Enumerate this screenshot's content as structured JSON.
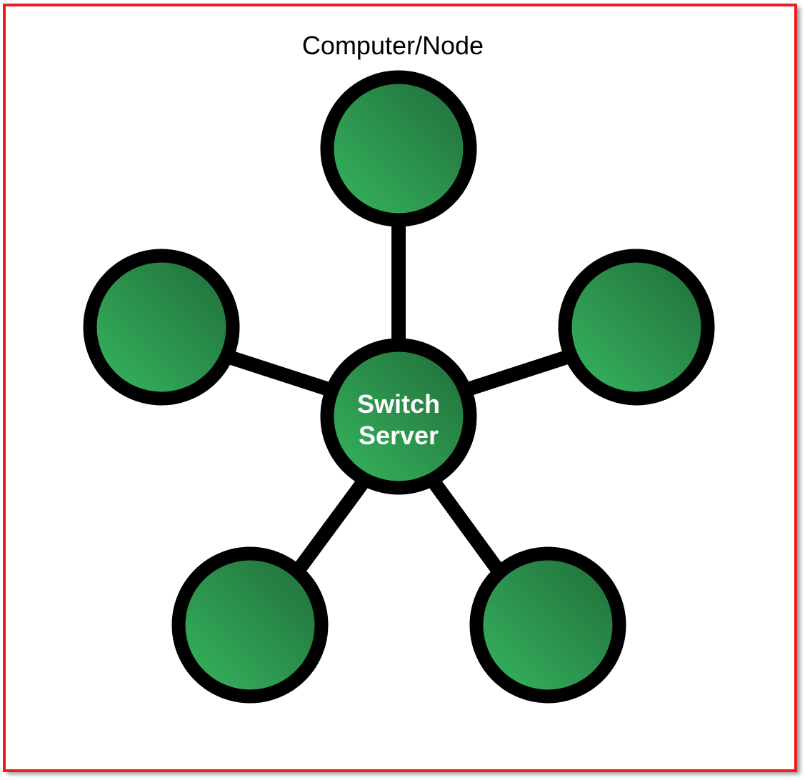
{
  "diagram": {
    "title": "Computer/Node",
    "hub": {
      "line1": "Switch",
      "line2": "Server"
    },
    "node_count": 5
  },
  "colors": {
    "frame_border": "#ee1c1c",
    "node_fill_dark": "#1f6b38",
    "node_fill_light": "#34b05e",
    "outline": "#000000"
  }
}
